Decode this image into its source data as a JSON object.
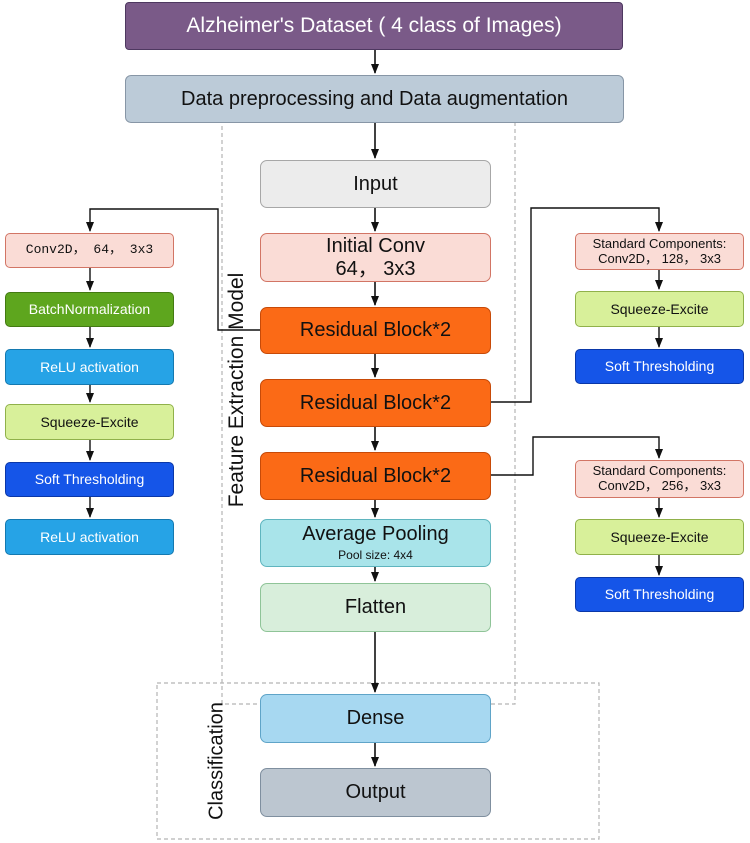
{
  "header": {
    "dataset": "Alzheimer's Dataset ( 4 class of Images)",
    "preprocess": "Data preprocessing and Data augmentation"
  },
  "main": {
    "input": "Input",
    "initial_conv": [
      "Initial Conv",
      "64， 3x3"
    ],
    "res_block_1": "Residual Block*2",
    "res_block_2": "Residual Block*2",
    "res_block_3": "Residual Block*2",
    "avg_pool": "Average Pooling",
    "avg_pool_sub": "Pool size: 4x4",
    "flatten": "Flatten",
    "dense": "Dense",
    "output": "Output"
  },
  "left_panel": {
    "items": [
      "Conv2D， 64， 3x3",
      "BatchNormalization",
      "ReLU activation",
      "Squeeze-Excite",
      "Soft Thresholding",
      "ReLU activation"
    ]
  },
  "right_panel_top": {
    "conv": [
      "Standard Components:",
      "Conv2D， 128， 3x3"
    ],
    "se": "Squeeze-Excite",
    "st": "Soft Thresholding"
  },
  "right_panel_bottom": {
    "conv": [
      "Standard Components:",
      "Conv2D， 256， 3x3"
    ],
    "se": "Squeeze-Excite",
    "st": "Soft Thresholding"
  },
  "regions": {
    "feature_extraction": "Feature Extraction Model",
    "classification": "Classification"
  },
  "colors": {
    "dataset": "#7a5a88",
    "preprocess": "#bccbd8",
    "residual": "#fb6a16",
    "batchnorm": "#5ea61e",
    "relu": "#26a3e6",
    "squeeze_excite": "#d8f09a",
    "soft_threshold": "#1555e8",
    "conv": "#fadcd6"
  }
}
